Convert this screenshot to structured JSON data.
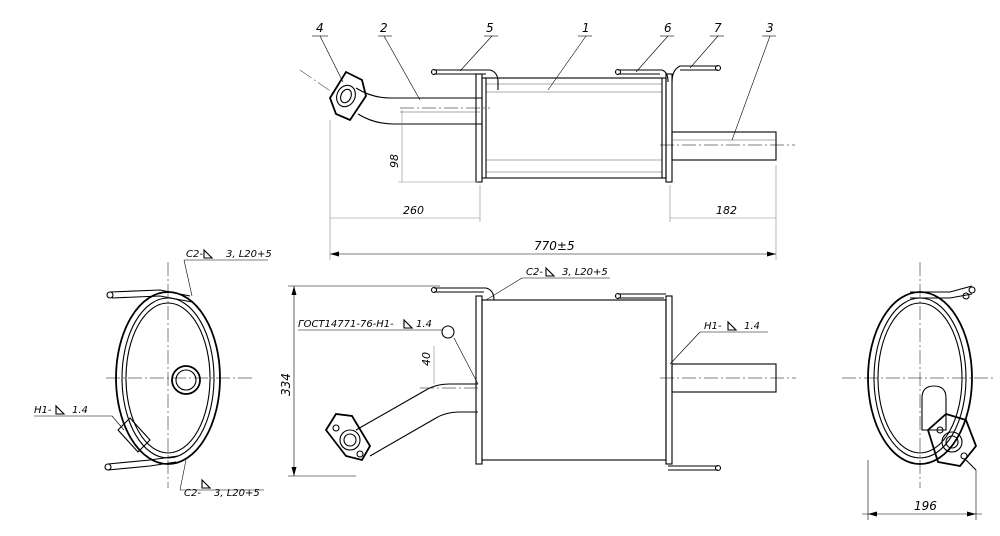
{
  "callouts": {
    "c1": "1",
    "c2": "2",
    "c3": "3",
    "c4": "4",
    "c5": "5",
    "c6": "6",
    "c7": "7"
  },
  "dimensions": {
    "d98": "98",
    "d260": "260",
    "d182": "182",
    "d770": "770±5",
    "d334": "334",
    "d40": "40",
    "d196": "196"
  },
  "welds": {
    "c2_top_label": "C2-",
    "c2_top_value": "3, L20+5",
    "c2_front_label": "C2-",
    "c2_front_value": "3, L20+5",
    "c2_bottom_label": "C2-",
    "c2_bottom_value": "3, L20+5",
    "h1_left_label": "H1-",
    "h1_left_value": "1.4",
    "h1_right_label": "H1-",
    "h1_right_value": "1.4",
    "gost_label": "ГОСТ14771-76-H1-",
    "gost_value": "1.4"
  }
}
